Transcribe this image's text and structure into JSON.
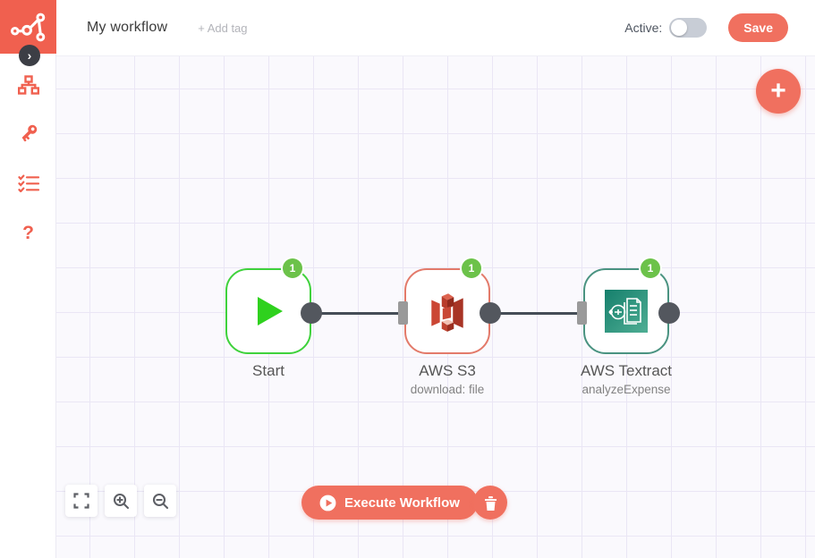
{
  "header": {
    "title": "My workflow",
    "add_tag": "+ Add tag",
    "active_label": "Active:",
    "active_state": "off",
    "save": "Save"
  },
  "sidebar": {
    "collapse_glyph": "›",
    "help_glyph": "?",
    "items": [
      {
        "icon": "workflows-icon"
      },
      {
        "icon": "credentials-key-icon"
      },
      {
        "icon": "executions-checklist-icon"
      },
      {
        "icon": "help-icon"
      }
    ]
  },
  "canvas": {
    "add_label": "+",
    "execute_label": "Execute Workflow",
    "nodes": [
      {
        "label": "Start",
        "sublabel": "",
        "badge": "1",
        "type": "start",
        "border_color": "#3fd23c"
      },
      {
        "label": "AWS S3",
        "sublabel": "download: file",
        "badge": "1",
        "type": "aws-s3",
        "border_color": "#e37a6a"
      },
      {
        "label": "AWS Textract",
        "sublabel": "analyzeExpense",
        "badge": "1",
        "type": "aws-textract",
        "border_color": "#4a9381"
      }
    ],
    "connections": [
      {
        "from": "Start",
        "to": "AWS S3"
      },
      {
        "from": "AWS S3",
        "to": "AWS Textract"
      }
    ]
  },
  "colors": {
    "primary": "#f0705f",
    "logo_bg": "#f0604f",
    "badge_green": "#6cc24a",
    "node_green": "#3fd23c",
    "node_coral": "#e37a6a",
    "node_teal": "#4a9381",
    "canvas_bg": "#faf9fd",
    "grid_line": "#eae6f5",
    "connector": "#454d56"
  }
}
